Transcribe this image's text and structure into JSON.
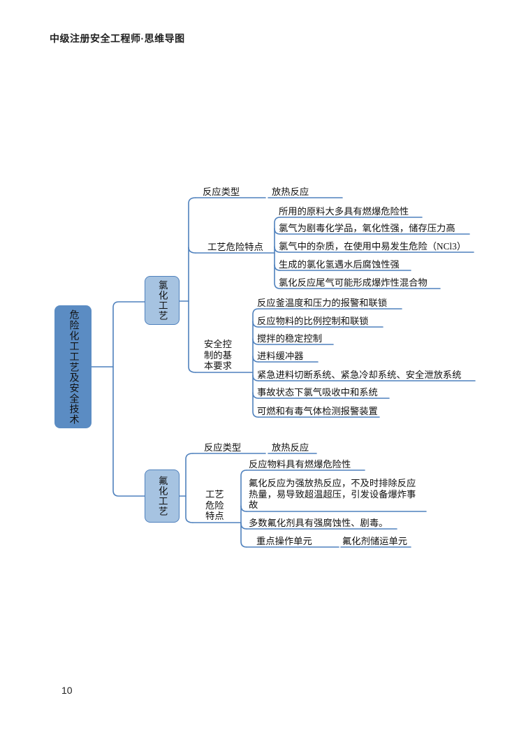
{
  "page": {
    "header": "中级注册安全工程师·思维导图",
    "page_number": "10"
  },
  "colors": {
    "line": "#4f81bd",
    "root-fill": "#5b8cc3",
    "child-fill": "#a6c3e1",
    "child-border": "#4f81bd",
    "text": "#111111",
    "header": "#1f1f1f"
  },
  "mindmap": {
    "root": "危险化工工艺及安全技术",
    "branches": [
      {
        "topic": "氯化工艺",
        "children": [
          {
            "label": "反应类型",
            "value": "放热反应"
          },
          {
            "label": "工艺危险特点",
            "items": [
              "所用的原料大多具有燃爆危险性",
              "氯气为剧毒化学品，氧化性强，储存压力高",
              "氯气中的杂质，在使用中易发生危险（NCl3）",
              "生成的氯化氢遇水后腐蚀性强",
              "氯化反应尾气可能形成爆炸性混合物"
            ]
          },
          {
            "label": "安全控制的基本要求",
            "items": [
              "反应釜温度和压力的报警和联锁",
              "反应物料的比例控制和联锁",
              "搅拌的稳定控制",
              "进料缓冲器",
              "紧急进料切断系统、紧急冷却系统、安全泄放系统",
              "事故状态下氯气吸收中和系统",
              "可燃和有毒气体检测报警装置"
            ]
          }
        ]
      },
      {
        "topic": "氟化工艺",
        "children": [
          {
            "label": "反应类型",
            "value": "放热反应"
          },
          {
            "label": "工艺危险特点",
            "items": [
              "反应物料具有燃爆危险性",
              "氟化反应为强放热反应，不及时排除反应热量，易导致超温超压，引发设备爆炸事故",
              "多数氟化剂具有强腐蚀性、剧毒。"
            ]
          },
          {
            "label": "重点操作单元",
            "value": "氟化剂储运单元"
          }
        ]
      }
    ]
  }
}
